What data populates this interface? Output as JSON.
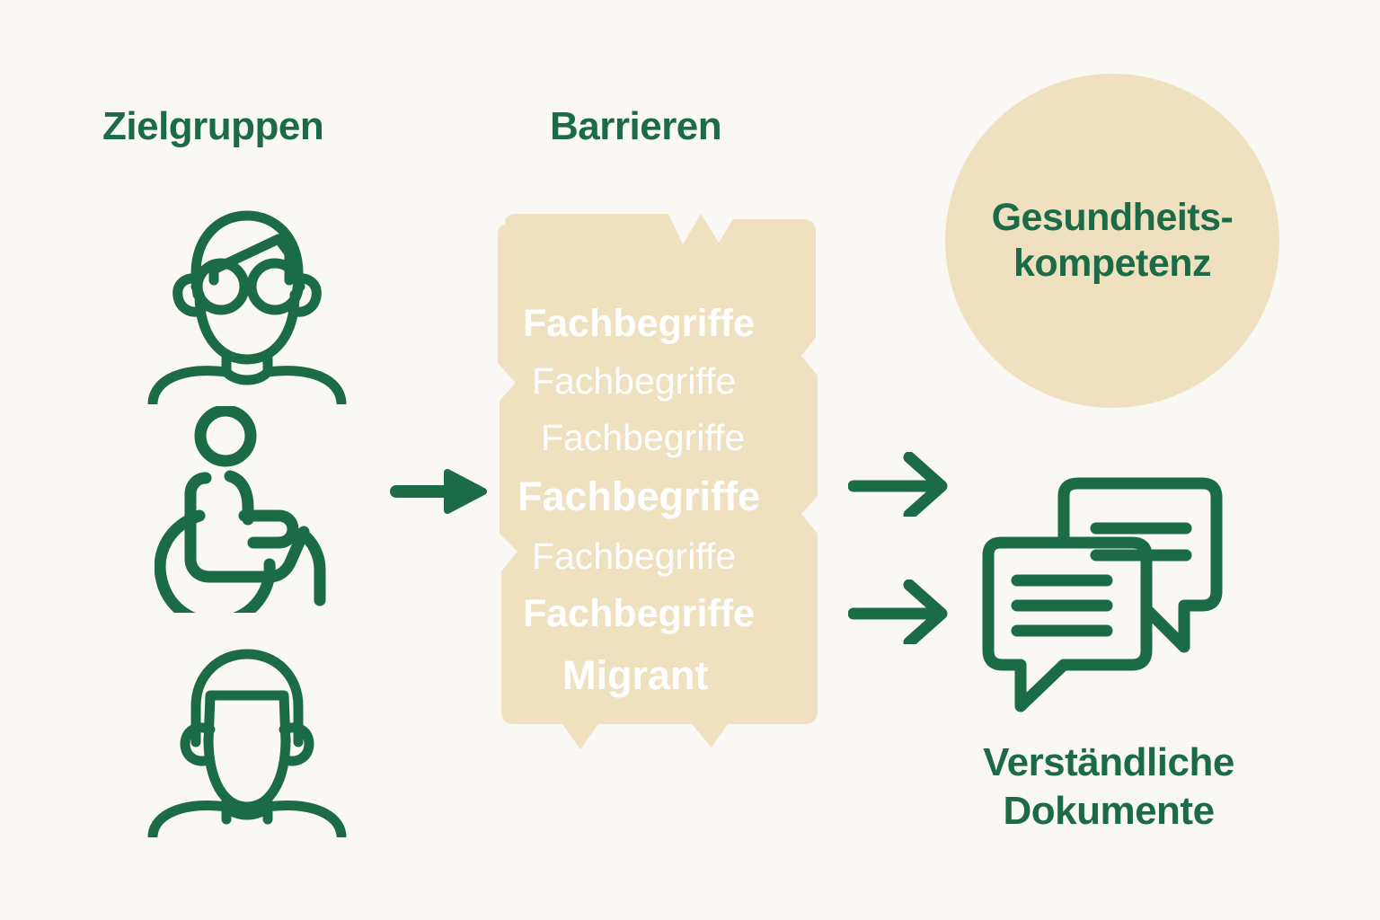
{
  "colors": {
    "background": "#F9F8F5",
    "green": "#1B6B47",
    "beige": "#EFE1C0",
    "white": "#FFFFFF"
  },
  "headings": {
    "target_groups": "Zielgruppen",
    "barriers": "Barrieren"
  },
  "target_group_icons": [
    {
      "name": "elderly-person-with-glasses"
    },
    {
      "name": "wheelchair-user"
    },
    {
      "name": "young-person"
    }
  ],
  "barriers": {
    "lines": [
      "Fachbegriffe",
      "Fachbegriffe",
      "Fachbegriffe",
      "Fachbegriffe",
      "Fachbegriffe",
      "Fachbegriffe",
      "Migrant"
    ]
  },
  "outcome": {
    "circle_label": "Gesundheits-\nkompetenz",
    "documents_label": "Verständliche\nDokumente"
  },
  "arrows": {
    "left": "arrow-right-solid",
    "right_top": "arrow-right-line",
    "right_bottom": "arrow-right-line"
  }
}
